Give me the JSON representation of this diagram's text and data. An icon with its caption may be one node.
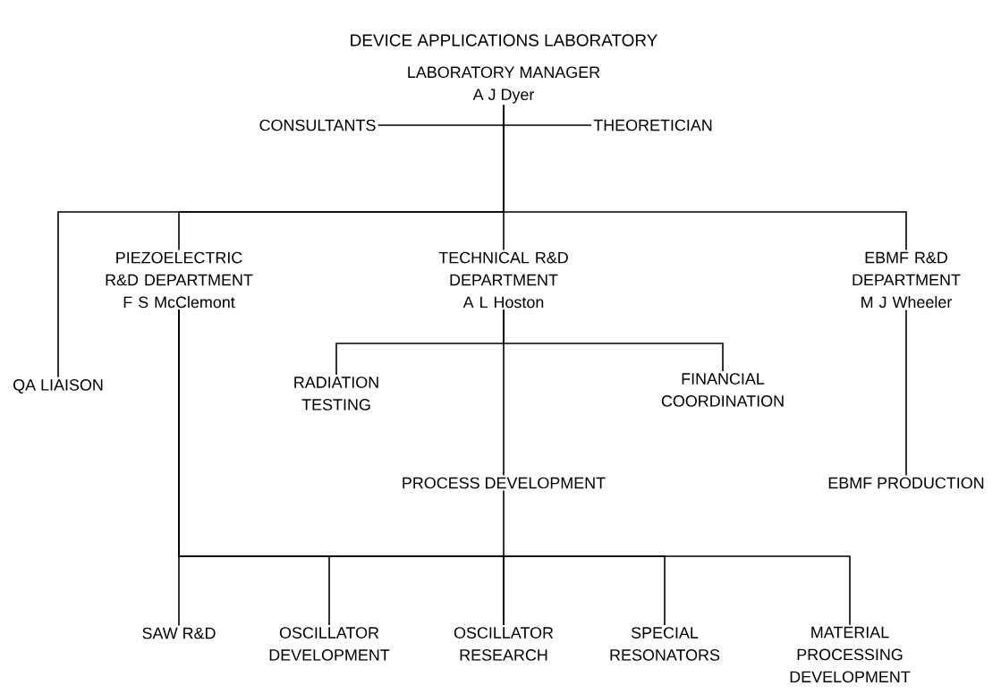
{
  "diagram": {
    "title": "DEVICE APPLICATIONS LABORATORY",
    "nodes": [
      {
        "text": [
          "LABORATORY MANAGER",
          "A J Dyer"
        ]
      },
      {
        "text": [
          "CONSULTANTS"
        ]
      },
      {
        "text": [
          "THEORETICIAN"
        ]
      },
      {
        "text": [
          "QA LIAISON"
        ]
      },
      {
        "text": [
          "PIEZOELECTRIC R&D DEPARTMENT",
          "F S McClemont"
        ]
      },
      {
        "text": [
          "TECHNICAL R&D DEPARTMENT",
          "A L Hoston"
        ]
      },
      {
        "text": [
          "EBMF R&D DEPARTMENT",
          "M J Wheeler"
        ]
      },
      {
        "text": [
          "RADIATION TESTING"
        ]
      },
      {
        "text": [
          "FINANCIAL COORDINATION"
        ]
      },
      {
        "text": [
          "PROCESS DEVELOPMENT"
        ]
      },
      {
        "text": [
          "EBMF PRODUCTION"
        ]
      },
      {
        "text": [
          "SAW R&D"
        ]
      },
      {
        "text": [
          "OSCILLATOR DEVELOPMENT"
        ]
      },
      {
        "text": [
          "OSCILLATOR RESEARCH"
        ]
      },
      {
        "text": [
          "SPECIAL RESONATORS"
        ]
      },
      {
        "text": [
          "MATERIAL PROCESSING DEVELOPMENT"
        ]
      }
    ],
    "edges": [
      {
        "from": 0,
        "to": 1,
        "arrow": "none"
      },
      {
        "from": 0,
        "to": 2,
        "arrow": "none"
      },
      {
        "from": 0,
        "to": 3,
        "arrow": "none"
      },
      {
        "from": 0,
        "to": 4,
        "arrow": "none"
      },
      {
        "from": 0,
        "to": 5,
        "arrow": "none"
      },
      {
        "from": 0,
        "to": 6,
        "arrow": "none"
      },
      {
        "from": 5,
        "to": 7,
        "arrow": "none"
      },
      {
        "from": 5,
        "to": 8,
        "arrow": "none"
      },
      {
        "from": 5,
        "to": 9,
        "arrow": "none"
      },
      {
        "from": 6,
        "to": 10,
        "arrow": "none"
      },
      {
        "from": 4,
        "to": 11,
        "arrow": "none"
      },
      {
        "from": 4,
        "to": 12,
        "arrow": "none"
      },
      {
        "from": 4,
        "to": 13,
        "arrow": "none"
      },
      {
        "from": 4,
        "to": 14,
        "arrow": "none"
      },
      {
        "from": 4,
        "to": 15,
        "arrow": "none"
      },
      {
        "from": 9,
        "to": 13,
        "arrow": "none"
      }
    ]
  }
}
